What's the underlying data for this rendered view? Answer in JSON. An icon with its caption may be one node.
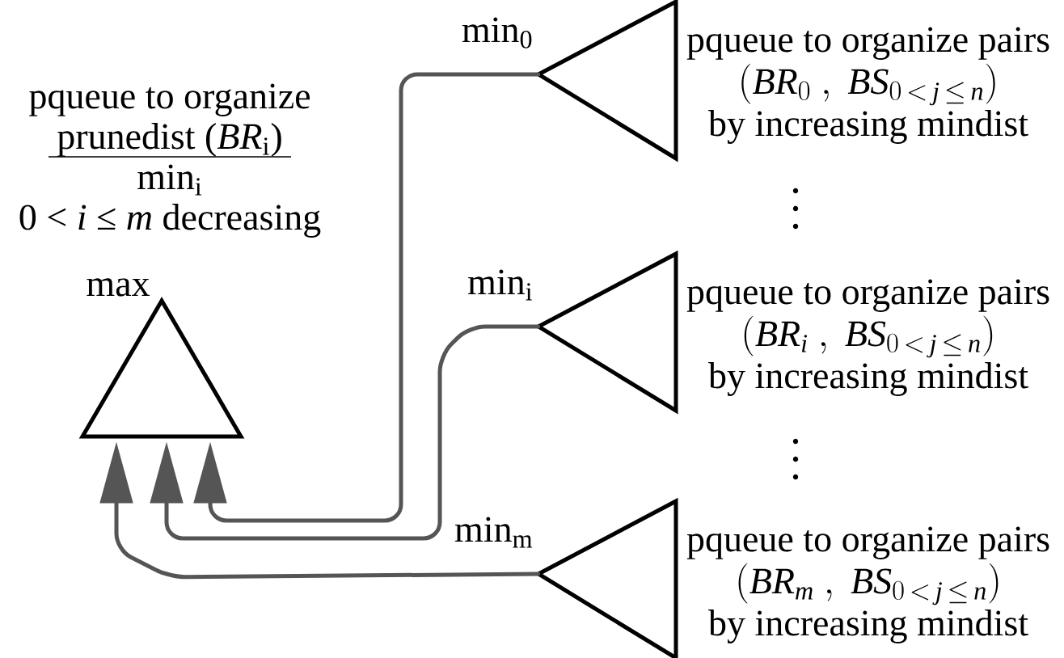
{
  "diagram": {
    "nodes": [
      {
        "text": [
          "max"
        ]
      },
      {
        "text": [
          "pqueue to organize pairs",
          "(\\mathit{BR}_0\\ ,\\ \\mathit{BS}_{0\\,<\\,\\mathit{j}\\,\\le\\,\\mathit{n}})",
          "by increasing mindist"
        ],
        "beside": [
          "min$_{0}$"
        ]
      },
      {
        "text": [
          "pqueue to organize pairs",
          "(\\mathit{BR}_{\\mathit{i}}\\ ,\\ \\mathit{BS}_{0\\,<\\,\\mathit{j}\\,\\le\\,\\mathit{n}})",
          "by increasing mindist"
        ],
        "beside": [
          "min$_{i}$"
        ]
      },
      {
        "text": [
          "pqueue to organize pairs",
          "(\\mathit{BR}_{\\mathit{m}}\\ ,\\ \\mathit{BS}_{0\\,<\\,\\mathit{j}\\,\\le\\,\\mathit{n}})",
          "by increasing mindist"
        ],
        "beside": [
          "min$_{m}$"
        ]
      }
    ],
    "edges": [
      {
        "from": 1,
        "to": 0,
        "arrow": "to"
      },
      {
        "from": 2,
        "to": 0,
        "arrow": "to"
      },
      {
        "from": 3,
        "to": 0,
        "arrow": "to"
      }
    ],
    "labels": [
      "pqueue to organize",
      "prunedist (*BR*$_{i}$)",
      "min$_{i}$",
      "0 < *i* ≤ *m* decreasing"
    ]
  }
}
